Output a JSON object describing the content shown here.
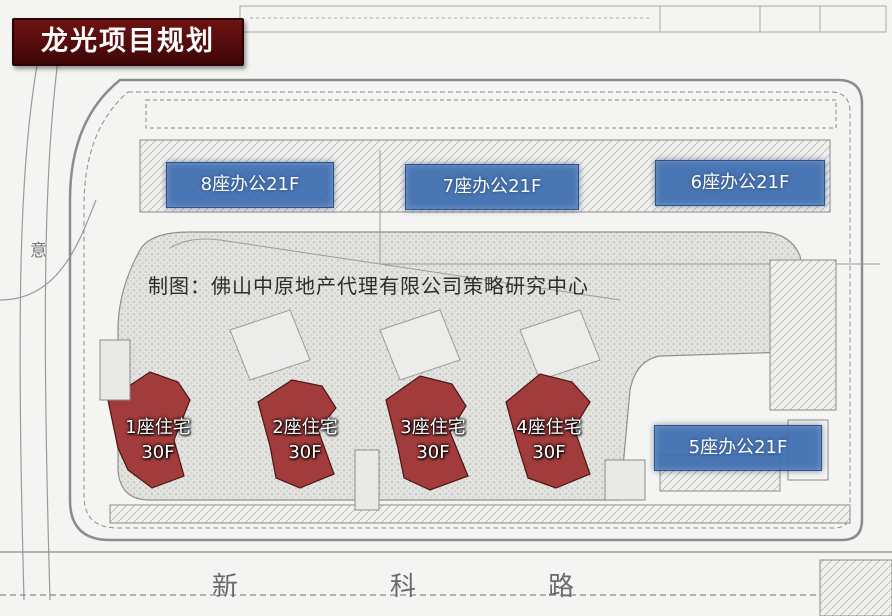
{
  "title": "龙光项目规划",
  "credit": "制图：佛山中原地产代理有限公司策略研究中心",
  "office_towers": [
    {
      "label": "8座办公21F"
    },
    {
      "label": "7座办公21F"
    },
    {
      "label": "6座办公21F"
    },
    {
      "label": "5座办公21F"
    }
  ],
  "residential_towers": [
    {
      "name": "1座住宅",
      "floors": "30F"
    },
    {
      "name": "2座住宅",
      "floors": "30F"
    },
    {
      "name": "3座住宅",
      "floors": "30F"
    },
    {
      "name": "4座住宅",
      "floors": "30F"
    }
  ],
  "road_name": [
    "新",
    "科",
    "路"
  ],
  "edge_char": "意",
  "colors": {
    "title_bg": "#5a0d0d",
    "office_fill": "#3d6db0",
    "residential_fill": "#a23c3c",
    "plaza_fill": "#dcdcd8"
  }
}
